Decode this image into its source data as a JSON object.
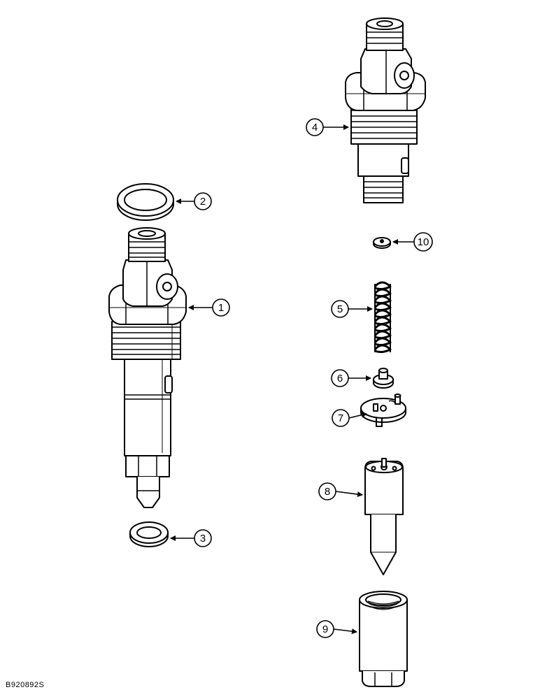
{
  "figure_id": "B920892S",
  "callouts": [
    {
      "id": "1",
      "part": "injector-assembly"
    },
    {
      "id": "2",
      "part": "upper-seal-ring"
    },
    {
      "id": "3",
      "part": "lower-washer"
    },
    {
      "id": "4",
      "part": "nozzle-holder-body"
    },
    {
      "id": "5",
      "part": "spring"
    },
    {
      "id": "6",
      "part": "spring-seat"
    },
    {
      "id": "7",
      "part": "intermediate-plate"
    },
    {
      "id": "8",
      "part": "nozzle"
    },
    {
      "id": "9",
      "part": "retaining-nut"
    },
    {
      "id": "10",
      "part": "shim"
    }
  ]
}
